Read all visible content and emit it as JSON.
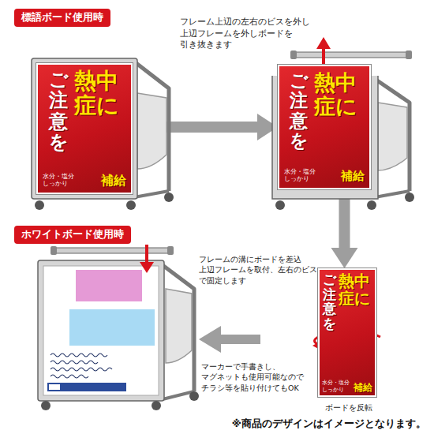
{
  "diagram": {
    "nodes": [
      {
        "text": [
          "標語ボード使用時"
        ]
      },
      {
        "text": [
          "熱中症に",
          "ご注意を",
          "水分・塩分 しっかり",
          "補給"
        ]
      },
      {
        "text": [
          "熱中症に",
          "ご注意を",
          "水分・塩分 しっかり",
          "補給"
        ]
      },
      {
        "text": [
          "ホワイトボード使用時"
        ]
      },
      {
        "text": [
          "熱中症に",
          "ご注意を",
          "水分・塩分 しっかり",
          "補給"
        ]
      }
    ],
    "edges": [
      {
        "from": 1,
        "to": 2,
        "arrow": "to"
      },
      {
        "from": 2,
        "to": 4,
        "arrow": "to"
      }
    ],
    "labels": [
      "フレーム上辺の左右のビスを外し 上辺フレームを外しボードを 引き抜きます",
      "フレームの溝にボードを差込 上辺フレームを取付、左右のビス で固定します",
      "マーカーで手書きし、 マグネットも使用可能なので チラシ等を貼り付けてもOK",
      "ボードを反転",
      "※商品のデザインはイメージとなります。"
    ]
  }
}
